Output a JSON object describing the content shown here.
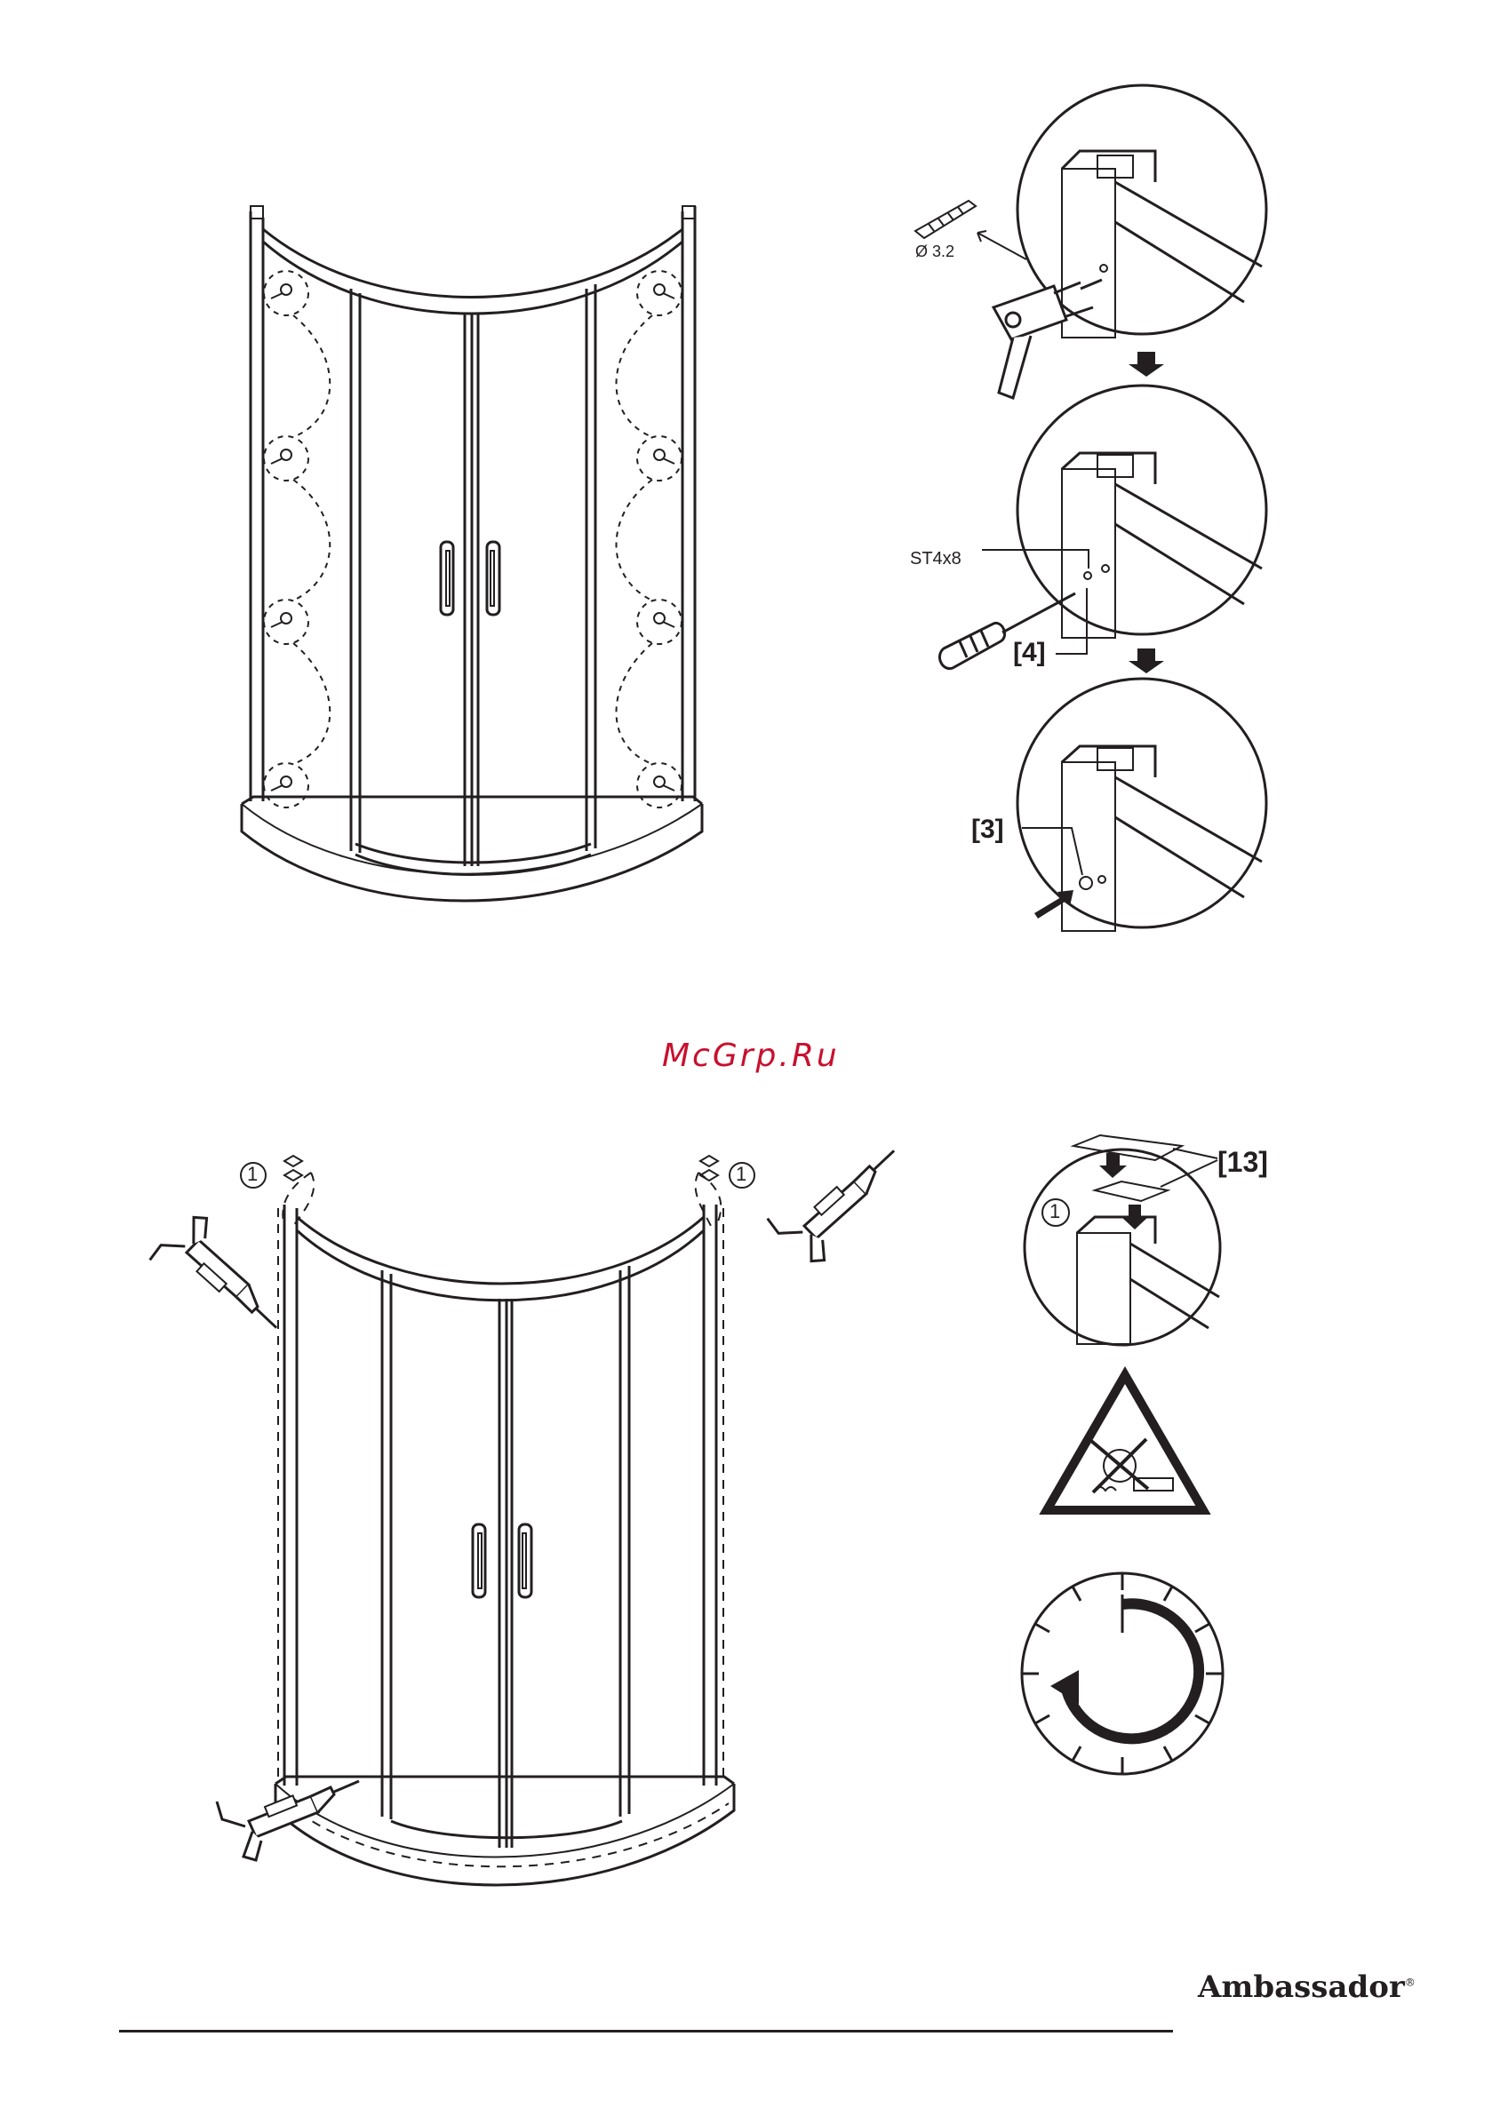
{
  "watermark": "McGrp.Ru",
  "labels": {
    "drill_size": "Ø 3.2",
    "screw_spec": "ST4x8",
    "part_4": "[4]",
    "part_3": "[3]",
    "part_13": "[13]",
    "callout_1": "1"
  },
  "footer": {
    "brand": "Ambassador",
    "brand_mark": "®"
  },
  "icons": [
    "drill-bit-icon",
    "power-drill-icon",
    "screwdriver-icon",
    "caulking-gun-icon",
    "warning-no-abrasive-icon",
    "clock-wait-icon",
    "down-arrow-icon"
  ]
}
